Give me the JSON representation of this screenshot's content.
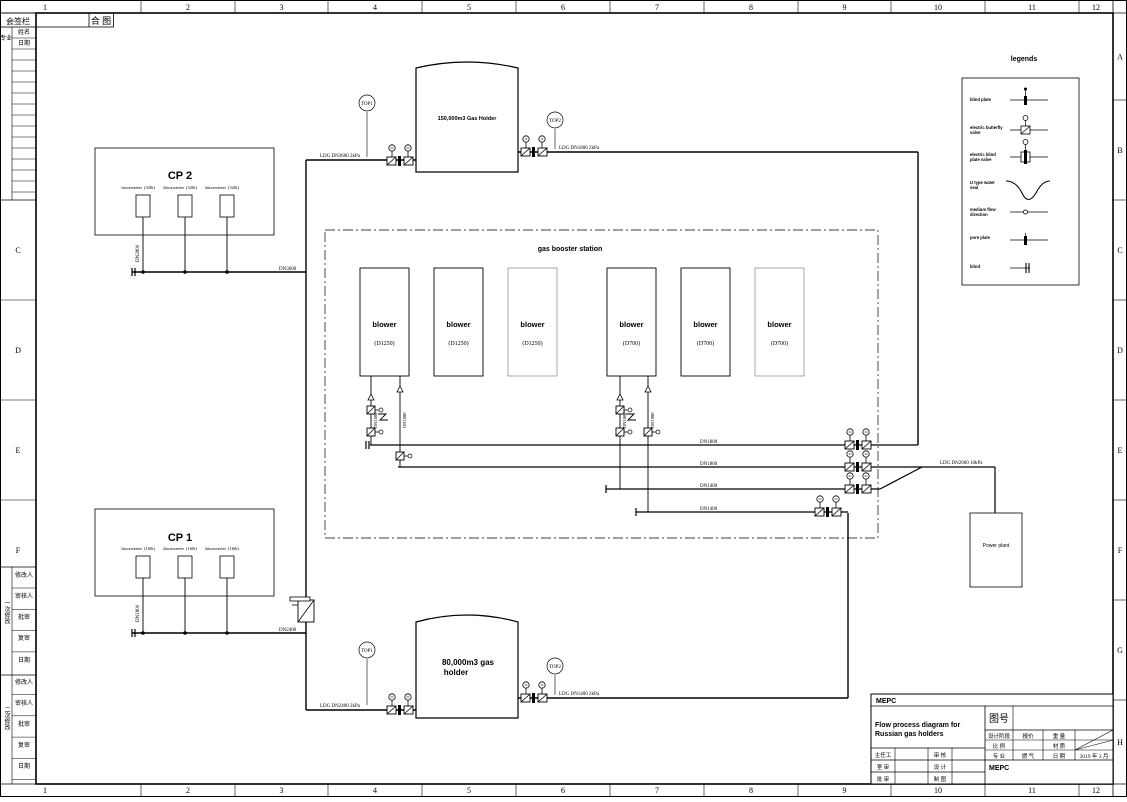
{
  "frame": {
    "col_numbers": [
      "1",
      "2",
      "3",
      "4",
      "5",
      "6",
      "7",
      "8",
      "9",
      "10",
      "11",
      "12"
    ],
    "row_letters": [
      "A",
      "B",
      "C",
      "D",
      "E",
      "F",
      "G",
      "H"
    ]
  },
  "top_left": {
    "sign_label": "会签栏",
    "drawing_stamp": "合 图"
  },
  "left_strip": {
    "top_labels": [
      "专业",
      "姓名",
      "日期"
    ],
    "rev_group_1": {
      "labels": [
        "修改人",
        "审核人",
        "批审",
        "复审",
        "日期"
      ],
      "title": "一次修改"
    },
    "rev_group_2": {
      "labels": [
        "修改人",
        "审核人",
        "批审",
        "复审",
        "日期"
      ],
      "title": "二次修改"
    }
  },
  "cp2": {
    "title": "CP 2",
    "converters": [
      {
        "name": "1#converter",
        "size": "(320t)"
      },
      {
        "name": "2#converter",
        "size": "(320t)"
      },
      {
        "name": "3#converter",
        "size": "(320t)"
      }
    ],
    "branch_label": "DN2800",
    "header_label": "DN3600"
  },
  "cp1": {
    "title": "CP 1",
    "converters": [
      {
        "name": "1#converter",
        "size": "(160t)"
      },
      {
        "name": "2#converter",
        "size": "(160t)"
      },
      {
        "name": "3#converter",
        "size": "(160t)"
      }
    ],
    "branch_label": "DN1800",
    "header_label": "DN2400"
  },
  "holder_top": {
    "title": "150,000m3 Gas Holder",
    "inlet_label": "LDG DN3600 2kPa",
    "outlet_label": "LDG DN1800 2kPa",
    "top1": "TOP1",
    "top2": "TOP2"
  },
  "holder_bottom": {
    "title_line1": "80,000m3 gas",
    "title_line2": "holder",
    "inlet_label": "LDG DN2400 2kPa",
    "outlet_label": "LDG DN1400 2kPa",
    "top1": "TOP1",
    "top2": "TOP2"
  },
  "station": {
    "title": "gas booster station",
    "blowers": [
      {
        "name": "blower",
        "model": "(D1250)"
      },
      {
        "name": "blower",
        "model": "(D1250)"
      },
      {
        "name": "blower",
        "model": "(D1250)"
      },
      {
        "name": "blower",
        "model": "(D700)"
      },
      {
        "name": "blower",
        "model": "(D700)"
      },
      {
        "name": "blower",
        "model": "(D700)"
      }
    ],
    "inlet_small_1": "DN1800",
    "inlet_small_2": "DN1800",
    "inlet_small_3": "DN1000",
    "inlet_small_4": "DN1000",
    "header_labels": [
      "DN1800",
      "DN1800",
      "DN1400",
      "DN1400"
    ]
  },
  "power_plant": {
    "title": "Power plant",
    "line_label": "LDG DN2000 10kPa"
  },
  "legends": {
    "title": "legends",
    "items": [
      {
        "label_line1": "blind plate",
        "label_line2": ""
      },
      {
        "label_line1": "electric butterfly",
        "label_line2": "valve"
      },
      {
        "label_line1": "electric blind",
        "label_line2": "plate valve"
      },
      {
        "label_line1": "U type water",
        "label_line2": "seal"
      },
      {
        "label_line1": "medium flow",
        "label_line2": "direction"
      },
      {
        "label_line1": "pore plate",
        "label_line2": ""
      },
      {
        "label_line1": "blind",
        "label_line2": ""
      }
    ]
  },
  "title_block": {
    "company_top": "MEPC",
    "drawing_title_line1": "Flow process diagram for",
    "drawing_title_line2": "Russian gas holders",
    "drawing_no_label": "图号",
    "row1": [
      "设计阶段",
      "报价",
      "重 量"
    ],
    "row2": [
      "比 例",
      "材 质"
    ],
    "row3": [
      "专 业",
      "燃 气",
      "日 期",
      "2019 年 3 月"
    ],
    "roles_left": [
      "主任工",
      "室 审",
      "批 审"
    ],
    "roles_right": [
      "审 核",
      "设 计",
      "制 图"
    ],
    "company_bottom": "MEPC"
  }
}
